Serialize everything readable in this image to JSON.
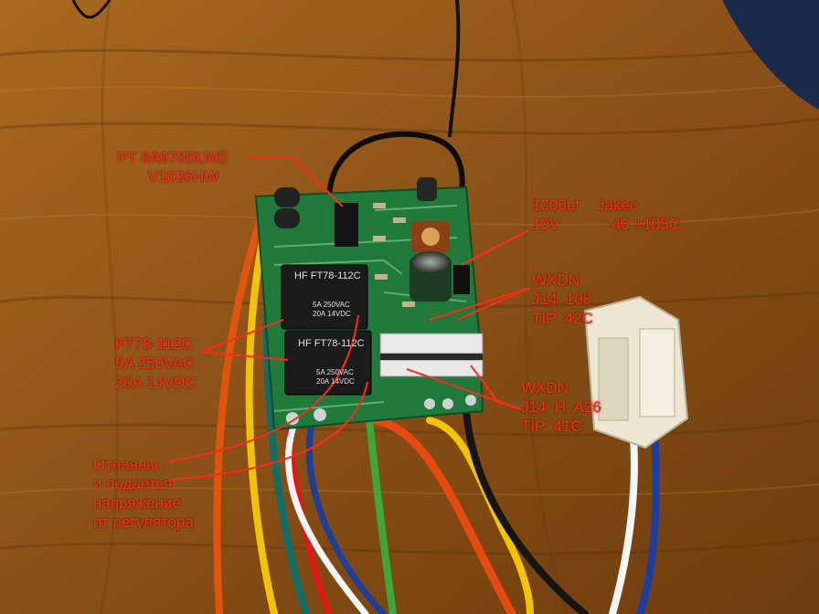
{
  "annotations": {
    "pt_chip": {
      "line1": "PT  8A978BLWE",
      "line2": "V1036HW"
    },
    "capacitor": {
      "line1": "1000uf    Jakec",
      "line2": "10V           -40 +105C"
    },
    "transistor_upper": {
      "line1": "WXDN",
      "line2": "J14  108",
      "line3": "TIP  42C"
    },
    "relay": {
      "line1": "FT78-112C",
      "line2": "5A 250VAC",
      "line3": "20A 14VDC"
    },
    "transistor_lower": {
      "line1": "WXDN",
      "line2": "J14  H  A26",
      "line3": "TIP  41C"
    },
    "note": {
      "line1": "Отпаяны",
      "line2": "и подается",
      "line3": "напряжение",
      "line4": "от регулятора"
    }
  },
  "board_markings": {
    "relay_top": {
      "model": "FT78-112C",
      "rating1": "5A 250VAC",
      "rating2": "20A 14VDC"
    },
    "relay_bottom": {
      "model": "FT78-112C",
      "rating1": "5A 250VAC",
      "rating2": "20A 14VDC"
    },
    "relay_logo": "HF"
  },
  "colors": {
    "annotation": "#ff2a1a",
    "wood": "#8a5418",
    "pcb": "#1f7a3c",
    "relay_body": "#1b1b1b",
    "connector": "#ece6d2"
  }
}
